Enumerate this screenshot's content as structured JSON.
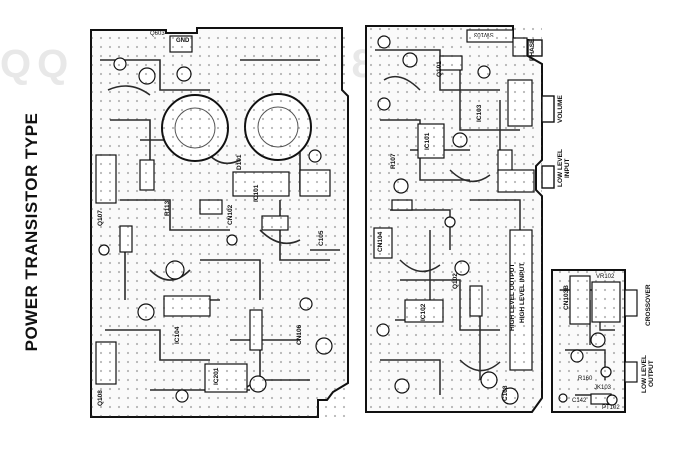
{
  "title": "POWER TRANSISTOR TYPE",
  "watermark": "QQ 3 15150 498299",
  "colors": {
    "ink": "#111111",
    "paper": "#ffffff",
    "trace": "#2a2a2a",
    "watermark": "#e6e6e6"
  },
  "boards": {
    "power": {
      "labels": {
        "ground": "GND",
        "q603": "Q603",
        "ic101": "IC101",
        "cn102": "CN102",
        "cn106": "CN106",
        "ic201": "IC201",
        "q107": "Q107",
        "q108": "Q108",
        "ic104": "IC104",
        "d101": "D101",
        "r113": "R113",
        "c105": "C105"
      }
    },
    "control": {
      "labels": {
        "sw103": "SW103",
        "phase": "PHASE",
        "volume": "VOLUME",
        "low_level_input": "LOW LEVEL INPUT",
        "high_level_input": "HIGH LEVEL INPUT",
        "high_level_output": "HIGH LEVEL OUTPUT",
        "ic101": "IC101",
        "ic102": "IC102",
        "ic103": "IC103",
        "q101": "Q101",
        "q102": "Q102",
        "cn104": "CN104",
        "c108": "C108",
        "r107": "R107"
      }
    },
    "crossover": {
      "labels": {
        "cn103b": "CN103B",
        "vr102": "VR102",
        "crossover": "CROSSOVER",
        "low_level_output": "LOW LEVEL OUTPUT",
        "jk103": "JK103",
        "c142": "C142",
        "r160": "R160",
        "pt102": "PT102"
      }
    }
  }
}
